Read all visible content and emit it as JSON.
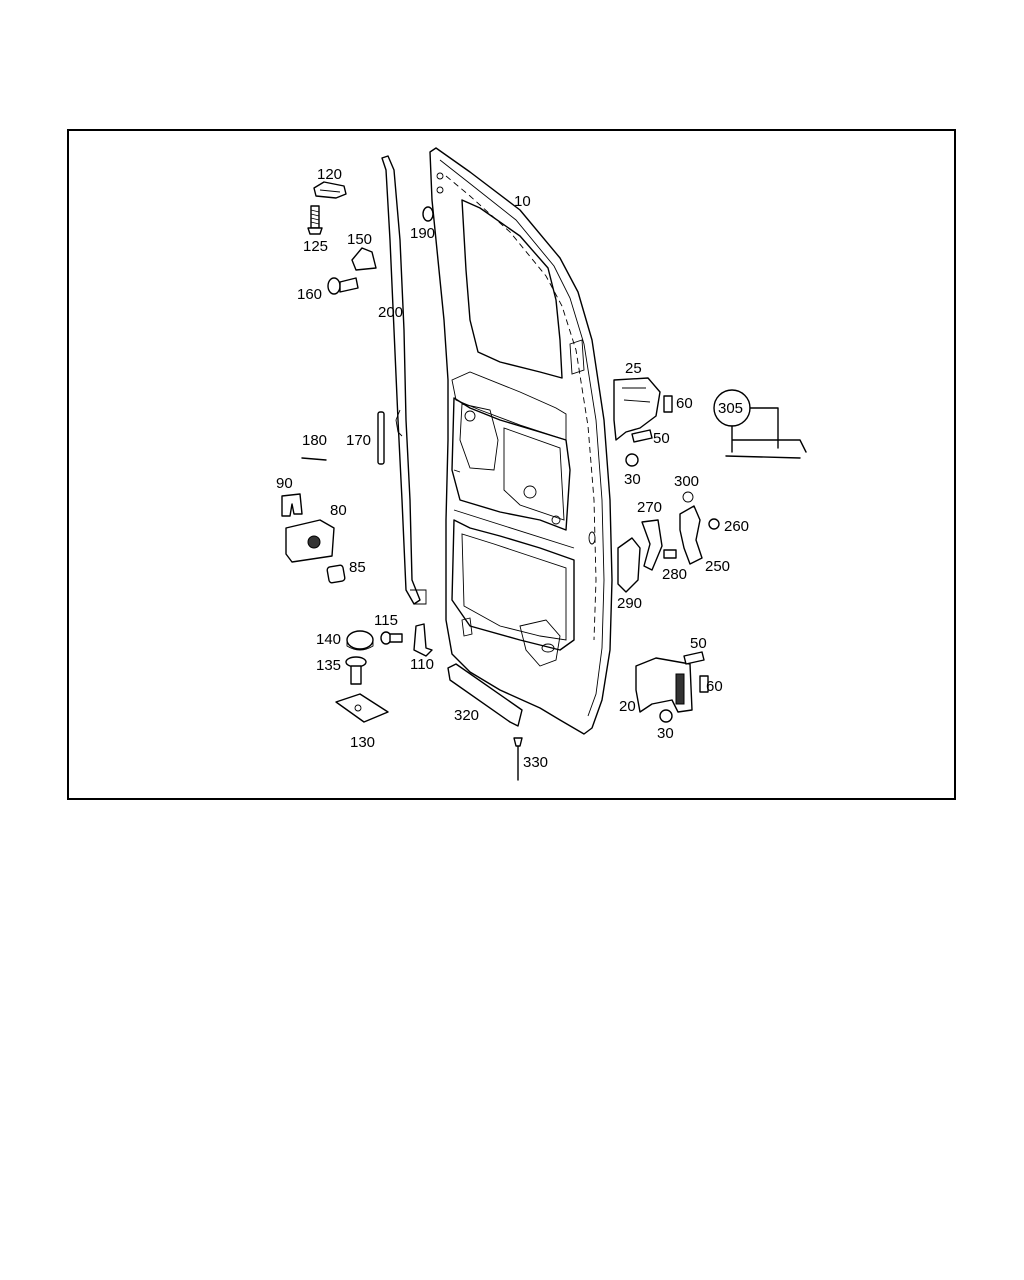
{
  "labels": {
    "l10": "10",
    "l20": "20",
    "l25": "25",
    "l30a": "30",
    "l30b": "30",
    "l50a": "50",
    "l50b": "50",
    "l60a": "60",
    "l60b": "60",
    "l80": "80",
    "l85": "85",
    "l90": "90",
    "l110": "110",
    "l115": "115",
    "l120": "120",
    "l125": "125",
    "l130": "130",
    "l135": "135",
    "l140": "140",
    "l150": "150",
    "l160": "160",
    "l170": "170",
    "l180": "180",
    "l190": "190",
    "l200": "200",
    "l250": "250",
    "l260": "260",
    "l270": "270",
    "l280": "280",
    "l290": "290",
    "l300": "300",
    "l305": "305",
    "l320": "320",
    "l330": "330"
  }
}
